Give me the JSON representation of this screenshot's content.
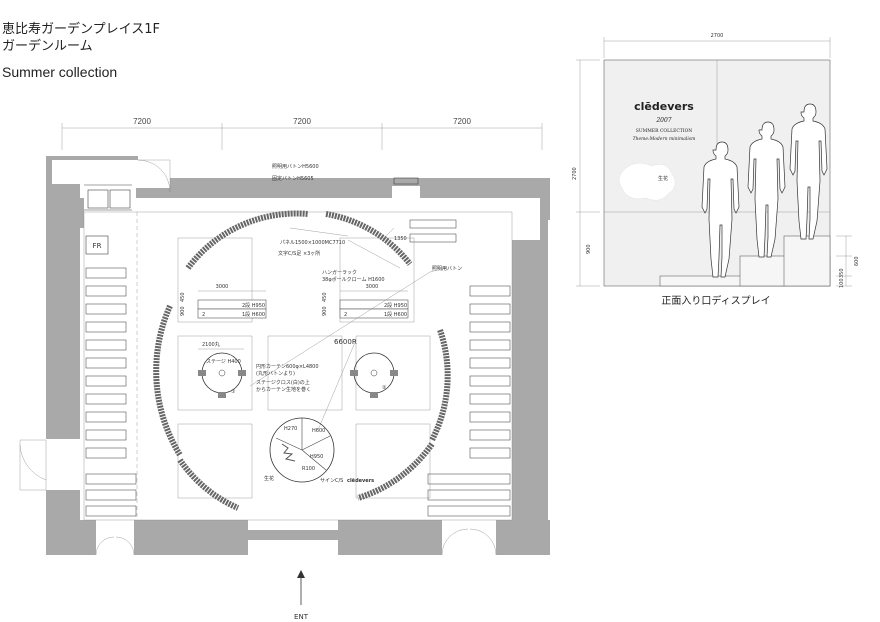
{
  "titles": {
    "venue": "恵比寿ガーデンプレイス1F",
    "room": "ガーデンルーム",
    "collection": "Summer collection"
  },
  "floorplan": {
    "dims_top": [
      "7200",
      "7200",
      "7200"
    ],
    "baton_1": "照明用バトンH5600",
    "baton_2": "固定バトンH5605",
    "fr": "FR",
    "screen_note": "パネル1500×1000MC7710",
    "sign_text": "文字C/S足 ×3ヶ所",
    "hanger": "ハンガーラック",
    "hanger_2": "38φポールクローム H1600",
    "baton_label": "照明用バトン",
    "dim_1350": "1350",
    "left_block_width": "3000",
    "right_block_width": "3000",
    "left_tier_2": "2段 H950",
    "left_tier_1": "1段 H600",
    "right_tier_2": "2段 H950",
    "right_tier_1": "1段 H600",
    "left_num": "2",
    "right_num": "2",
    "dim_450a": "450",
    "dim_900a": "900",
    "dim_450b": "450",
    "dim_900b": "900",
    "radius": "6600R",
    "stage_width": "2100丸",
    "stage_label": "ステージ H400",
    "stage_num_1": "①",
    "stage_num_2": "②",
    "curtain_1": "円形カーテン600φ×L4800",
    "curtain_2": "(丸形バトンより)",
    "cross_1": "ステージクロス(白)の上",
    "cross_2": "からカーテン生地を巻く",
    "h270": "H270",
    "h600": "H600",
    "h950": "H950",
    "r100": "R100",
    "flowers": "生花",
    "sign_cs": "サインC/S",
    "brand_small": "clēdevers",
    "ent": "ENT"
  },
  "display": {
    "width_dim": "2700",
    "height_dim": "2700",
    "dim_900": "900",
    "dim_600": "600",
    "dim_350": "350",
    "dim_100": "100",
    "brand": "clēdevers",
    "year": "2007",
    "collection": "SUMMER COLLECTION",
    "theme": "Theme:Modern minimalism",
    "flowers": "生花",
    "caption": "正面入り口ディスプレイ"
  }
}
